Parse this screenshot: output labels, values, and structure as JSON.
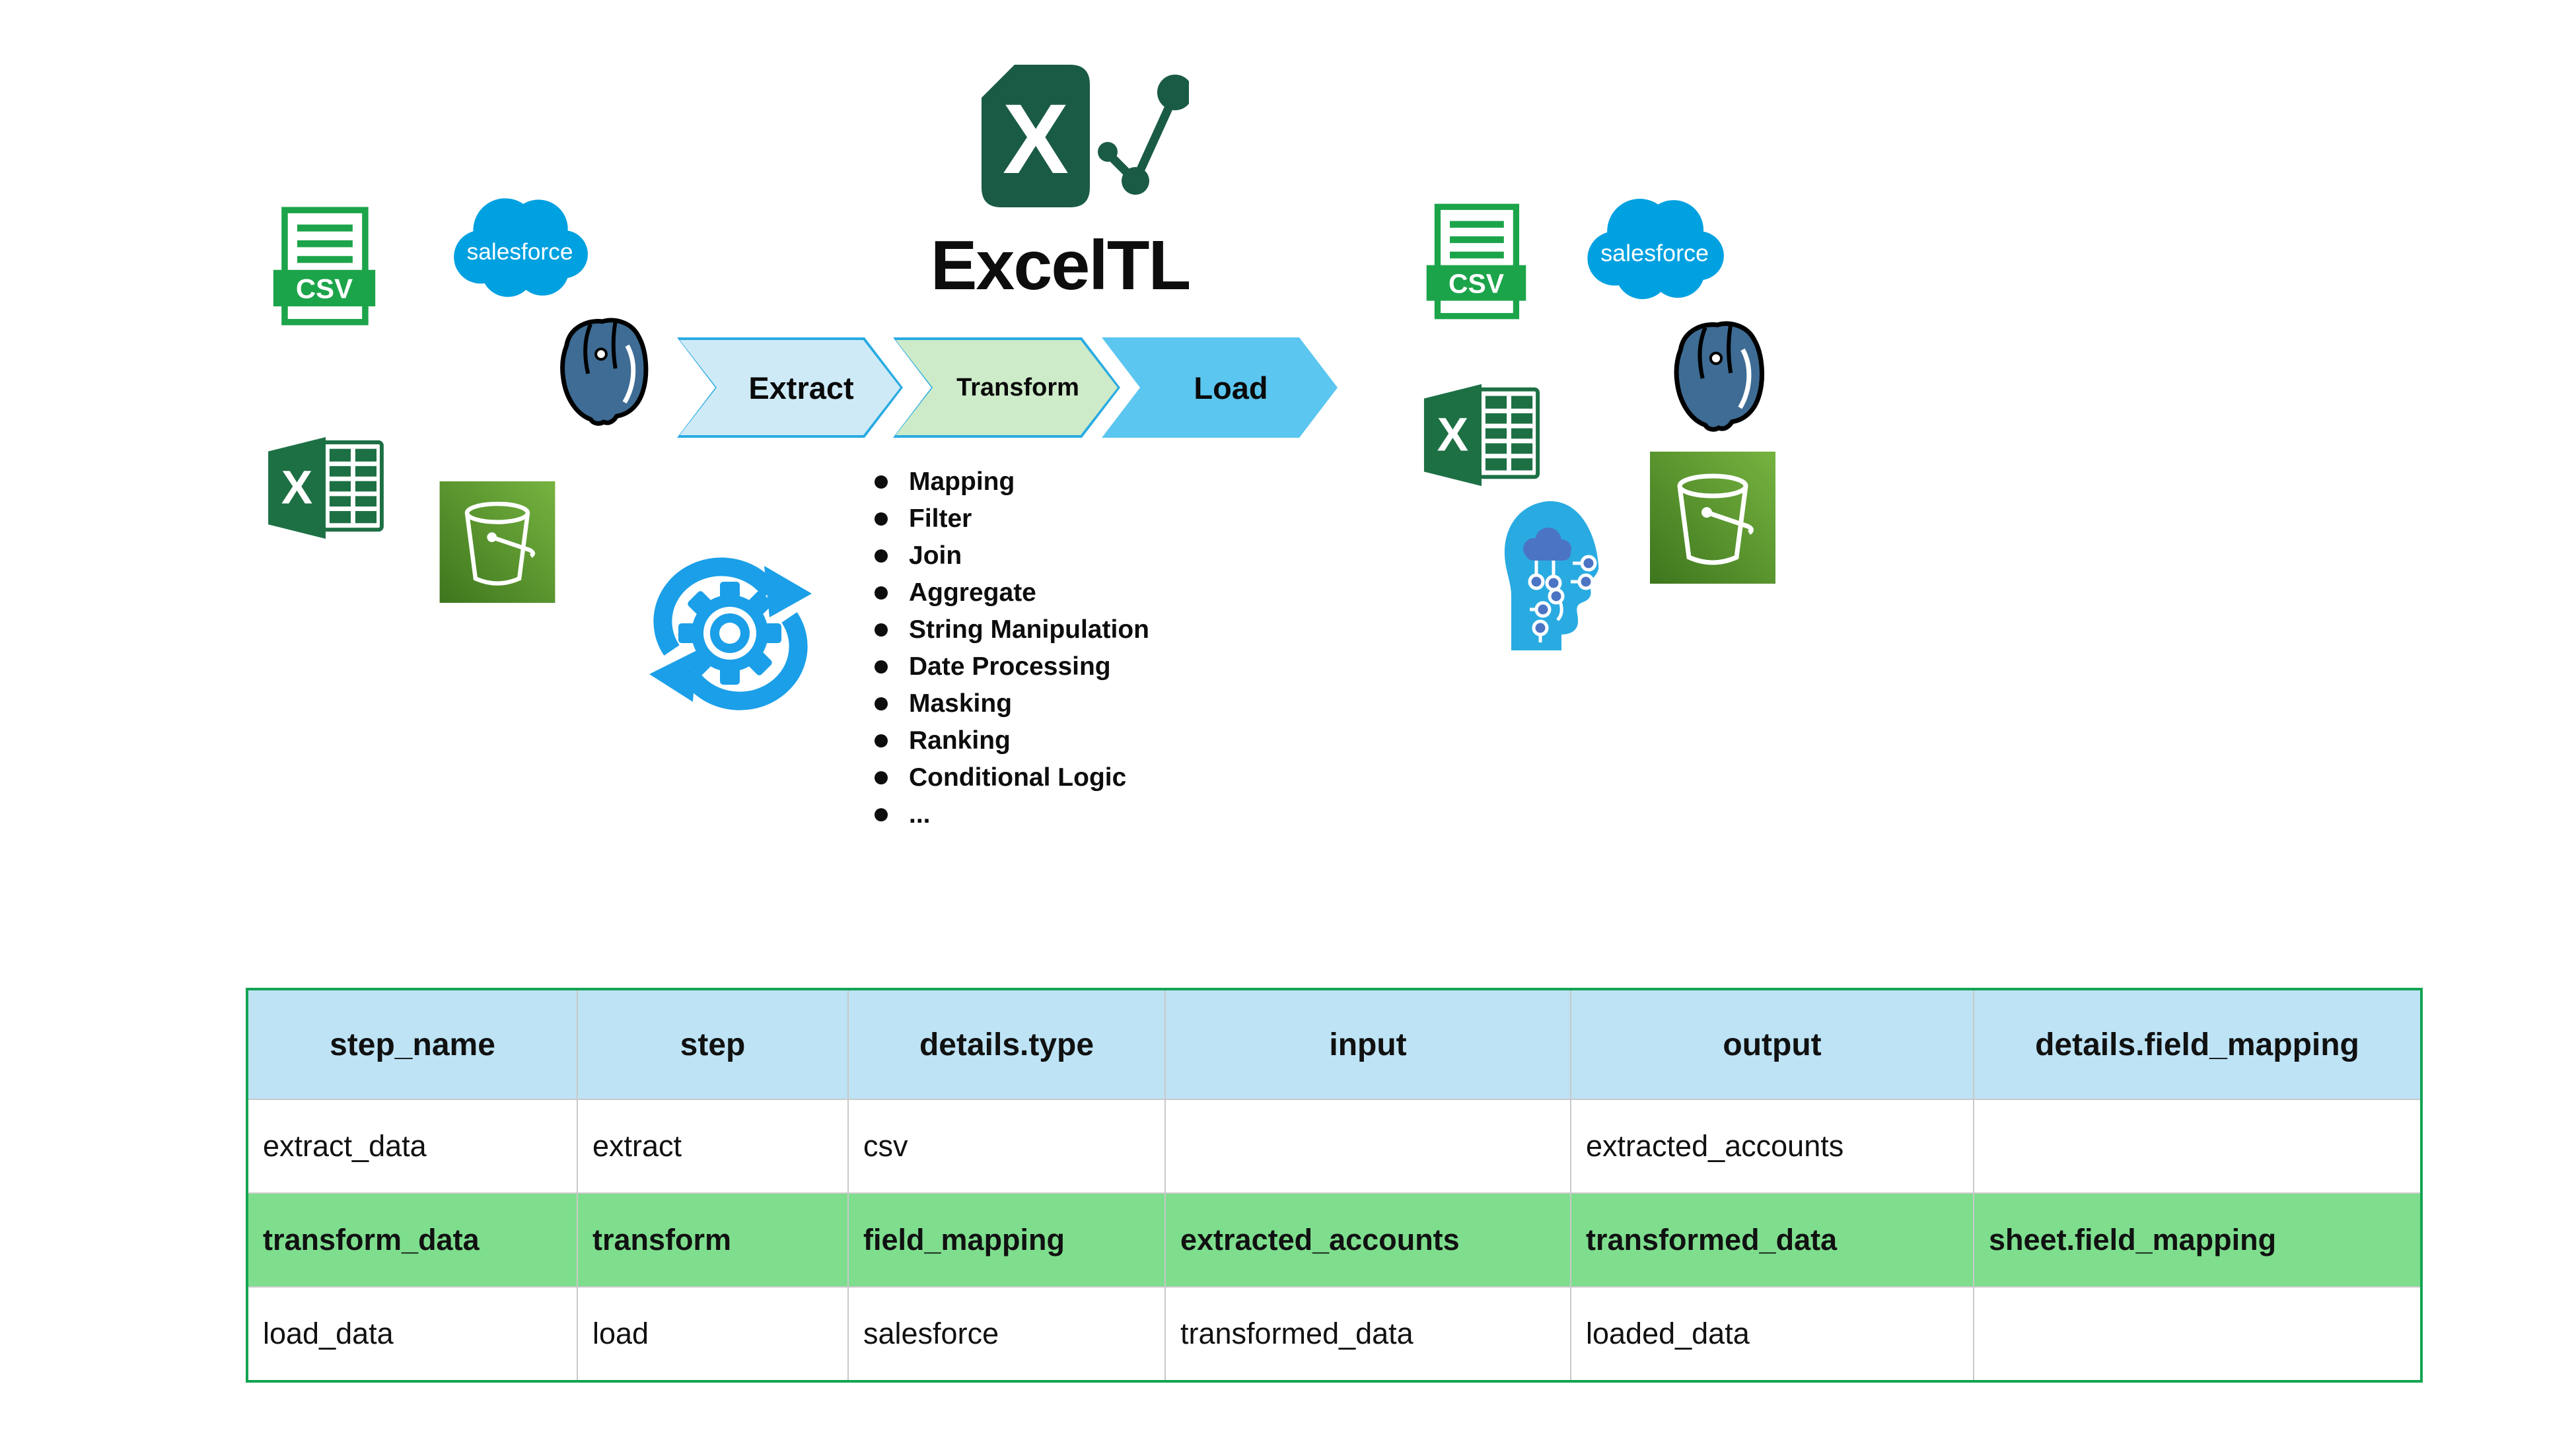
{
  "title": "ExcelTL",
  "flow": {
    "steps": [
      {
        "label": "Extract",
        "fill": "#cfeaf7",
        "border": "#29abe2"
      },
      {
        "label": "Transform",
        "fill": "#cdebc8",
        "border": "#29abe2"
      },
      {
        "label": "Load",
        "fill": "#5bc6ef",
        "border": "#5bc6ef"
      }
    ]
  },
  "transform_capabilities": {
    "items": [
      "Mapping",
      "Filter",
      "Join",
      "Aggregate",
      "String Manipulation",
      "Date Processing",
      "Masking",
      "Ranking",
      "Conditional Logic",
      "..."
    ]
  },
  "icons": {
    "csv_label": "CSV",
    "salesforce_label": "salesforce",
    "excel_x": "X",
    "logo_x": "X",
    "left_sources": [
      "csv-file",
      "salesforce",
      "postgresql",
      "excel",
      "s3-bucket"
    ],
    "center": [
      "etl-sync-gear"
    ],
    "right_destinations": [
      "csv-file",
      "salesforce",
      "postgresql",
      "excel",
      "ai-head",
      "s3-bucket"
    ]
  },
  "table": {
    "columns": [
      "step_name",
      "step",
      "details.type",
      "input",
      "output",
      "details.field_mapping"
    ],
    "rows": [
      {
        "highlight": false,
        "cells": [
          "extract_data",
          "extract",
          "csv",
          "",
          "extracted_accounts",
          ""
        ]
      },
      {
        "highlight": true,
        "cells": [
          "transform_data",
          "transform",
          "field_mapping",
          "extracted_accounts",
          "transformed_data",
          "sheet.field_mapping"
        ]
      },
      {
        "highlight": false,
        "cells": [
          "load_data",
          "load",
          "salesforce",
          "transformed_data",
          "loaded_data",
          ""
        ]
      }
    ]
  },
  "colors": {
    "logo_green": "#1a5b45",
    "csv_green": "#1ca44a",
    "salesforce_blue": "#00a1e0",
    "postgres_blue": "#3e6c94",
    "excel_green": "#1d7044",
    "s3_green_dark": "#3d761d",
    "s3_green_light": "#76b340",
    "sync_blue": "#1b9fe8",
    "ai_head_blue": "#29abe2",
    "ai_node_blue": "#4c74c4",
    "chevron_border_blue": "#29abe2",
    "table_header_blue": "#bde3f5",
    "table_highlight_green": "#7ede8e",
    "table_border_green": "#13a453"
  }
}
